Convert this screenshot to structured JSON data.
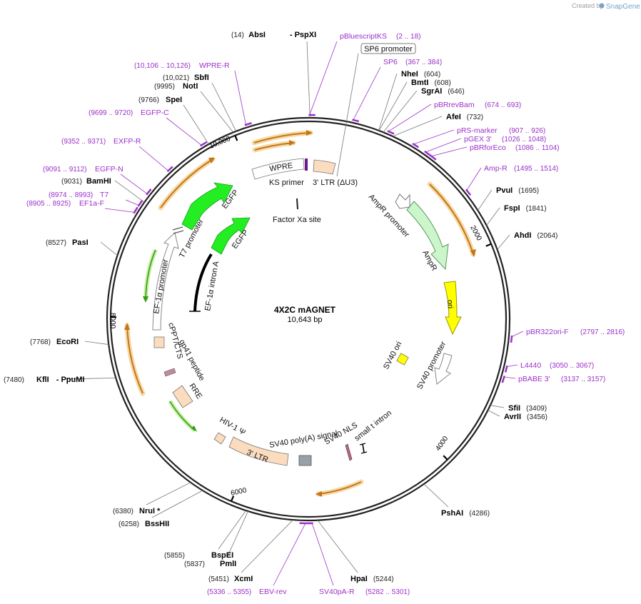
{
  "brand": {
    "prefix": "Created by",
    "name": "SnapGene"
  },
  "plasmid": {
    "name": "4X2C mAGNET",
    "length_label": "10,643 bp",
    "length": 10643
  },
  "ticks": [
    {
      "label": "2000",
      "pos": 2000
    },
    {
      "label": "4000",
      "pos": 4000
    },
    {
      "label": "6000",
      "pos": 6000
    },
    {
      "label": "8000",
      "pos": 8000
    },
    {
      "label": "10,000",
      "pos": 10000
    }
  ],
  "enzymes": [
    {
      "name": "AbsI",
      "name2": "PspXI",
      "pos_label": "(14)",
      "pos": 14
    },
    {
      "name": "NheI",
      "pos_label": "(604)",
      "pos": 604
    },
    {
      "name": "BmtI",
      "pos_label": "(608)",
      "pos": 608
    },
    {
      "name": "SgrAI",
      "pos_label": "(646)",
      "pos": 646
    },
    {
      "name": "AfeI",
      "pos_label": "(732)",
      "pos": 732
    },
    {
      "name": "PvuI",
      "pos_label": "(1695)",
      "pos": 1695
    },
    {
      "name": "FspI",
      "pos_label": "(1841)",
      "pos": 1841
    },
    {
      "name": "AhdI",
      "pos_label": "(2064)",
      "pos": 2064
    },
    {
      "name": "SfiI",
      "pos_label": "(3409)",
      "pos": 3409
    },
    {
      "name": "AvrII",
      "pos_label": "(3456)",
      "pos": 3456
    },
    {
      "name": "PshAI",
      "pos_label": "(4286)",
      "pos": 4286
    },
    {
      "name": "HpaI",
      "pos_label": "(5244)",
      "pos": 5244
    },
    {
      "name": "XcmI",
      "pos_label": "(5451)",
      "pos": 5451
    },
    {
      "name": "PmlI",
      "pos_label": "(5837)",
      "pos": 5837
    },
    {
      "name": "BspEI",
      "pos_label": "(5855)",
      "pos": 5855
    },
    {
      "name": "BssHII",
      "pos_label": "(6258)",
      "pos": 6258
    },
    {
      "name": "NruI *",
      "pos_label": "(6380)",
      "pos": 6380
    },
    {
      "name": "KflI",
      "name2": "PpuMI",
      "pos_label": "(7480)",
      "pos": 7480
    },
    {
      "name": "EcoRI",
      "pos_label": "(7768)",
      "pos": 7768
    },
    {
      "name": "PasI",
      "pos_label": "(8527)",
      "pos": 8527
    },
    {
      "name": "BamHI",
      "pos_label": "(9031)",
      "pos": 9031
    },
    {
      "name": "SpeI",
      "pos_label": "(9766)",
      "pos": 9766
    },
    {
      "name": "NotI",
      "pos_label": "(9995)",
      "pos": 9995
    },
    {
      "name": "SbfI",
      "pos_label": "(10,021)",
      "pos": 10021
    }
  ],
  "primers": [
    {
      "name": "pBluescriptKS",
      "pos_label": "(2 .. 18)",
      "start": 2,
      "end": 18
    },
    {
      "name": "SP6",
      "pos_label": "(367 .. 384)",
      "start": 367,
      "end": 384
    },
    {
      "name": "pBRrevBam",
      "pos_label": "(674 .. 693)",
      "start": 674,
      "end": 693
    },
    {
      "name": "pRS-marker",
      "pos_label": "(907 .. 926)",
      "start": 907,
      "end": 926
    },
    {
      "name": "pGEX 3'",
      "pos_label": "(1026 .. 1048)",
      "start": 1026,
      "end": 1048
    },
    {
      "name": "pBRforEco",
      "pos_label": "(1086 .. 1104)",
      "start": 1086,
      "end": 1104
    },
    {
      "name": "Amp-R",
      "pos_label": "(1495 .. 1514)",
      "start": 1495,
      "end": 1514
    },
    {
      "name": "pBR322ori-F",
      "pos_label": "(2797 .. 2816)",
      "start": 2797,
      "end": 2816
    },
    {
      "name": "L4440",
      "pos_label": "(3050 .. 3067)",
      "start": 3050,
      "end": 3067
    },
    {
      "name": "pBABE 3'",
      "pos_label": "(3137 .. 3157)",
      "start": 3137,
      "end": 3157
    },
    {
      "name": "SV40pA-R",
      "pos_label": "(5282 .. 5301)",
      "start": 5282,
      "end": 5301
    },
    {
      "name": "EBV-rev",
      "pos_label": "(5336 .. 5355)",
      "start": 5336,
      "end": 5355
    },
    {
      "name": "EF1a-F",
      "pos_label": "(8905 .. 8925)",
      "start": 8905,
      "end": 8925
    },
    {
      "name": "T7",
      "pos_label": "(8974 .. 8993)",
      "start": 8974,
      "end": 8993
    },
    {
      "name": "EGFP-N",
      "pos_label": "(9091 .. 9112)",
      "start": 9091,
      "end": 9112
    },
    {
      "name": "EXFP-R",
      "pos_label": "(9352 .. 9371)",
      "start": 9352,
      "end": 9371
    },
    {
      "name": "EGFP-C",
      "pos_label": "(9699 .. 9720)",
      "start": 9699,
      "end": 9720
    },
    {
      "name": "WPRE-R",
      "pos_label": "(10,106 .. 10,126)",
      "start": 10106,
      "end": 10126
    }
  ],
  "boxed_label": {
    "text": "SP6 promoter"
  },
  "features": [
    {
      "text": "WPRE",
      "name": "wpre"
    },
    {
      "text": "KS primer",
      "name": "ks-primer"
    },
    {
      "text": "3' LTR (ΔU3)",
      "name": "ltr-du3"
    },
    {
      "text": "Factor Xa site",
      "name": "factor-xa-site"
    },
    {
      "text": "AmpR promoter",
      "name": "ampr-promoter"
    },
    {
      "text": "AmpR",
      "name": "ampr"
    },
    {
      "text": "ori",
      "name": "ori"
    },
    {
      "text": "SV40 ori",
      "name": "sv40-ori"
    },
    {
      "text": "SV40 promoter",
      "name": "sv40-promoter"
    },
    {
      "text": "small t intron",
      "name": "small-t-intron"
    },
    {
      "text": "SV40 NLS",
      "name": "sv40-nls"
    },
    {
      "text": "SV40 poly(A) signal",
      "name": "sv40-polya-signal"
    },
    {
      "text": "3' LTR",
      "name": "ltr-3"
    },
    {
      "text": "HIV-1 Ψ",
      "name": "hiv1-psi"
    },
    {
      "text": "RRE",
      "name": "rre"
    },
    {
      "text": "gp41 peptide",
      "name": "gp41-peptide"
    },
    {
      "text": "cPPT/CTS",
      "name": "cppt-cts"
    },
    {
      "text": "EF-1α promoter",
      "name": "ef1a-promoter"
    },
    {
      "text": "T7 promoter",
      "name": "t7-promoter"
    },
    {
      "text": "EGFP",
      "name": "egfp-outer"
    },
    {
      "text": "EGFP",
      "name": "egfp-inner"
    },
    {
      "text": "EF-1α intron A",
      "name": "ef1a-intron-a"
    }
  ],
  "colors": {
    "backbone": "#222222",
    "primer": "#9b30c8",
    "orf_orange": "#c2761a",
    "orf_glow": "#f7d9a4",
    "egfp": "#22ee22",
    "ampr": "#ccf5cc",
    "ori": "#ffff00",
    "ltr": "#fbdcbf",
    "gray": "#9aa0a8"
  }
}
